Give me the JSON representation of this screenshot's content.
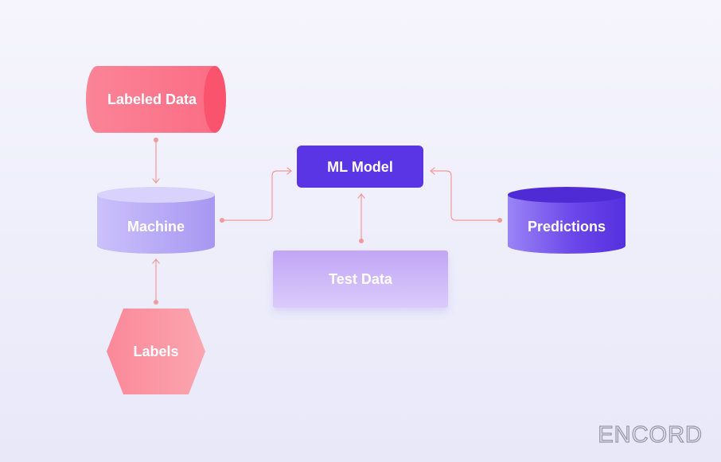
{
  "nodes": {
    "labeled_data": {
      "label": "Labeled Data"
    },
    "machine": {
      "label": "Machine"
    },
    "labels": {
      "label": "Labels"
    },
    "ml_model": {
      "label": "ML Model"
    },
    "test_data": {
      "label": "Test Data"
    },
    "predictions": {
      "label": "Predictions"
    }
  },
  "edges": [
    {
      "from": "Labeled Data",
      "to": "Machine"
    },
    {
      "from": "Labels",
      "to": "Machine"
    },
    {
      "from": "Machine",
      "to": "ML Model"
    },
    {
      "from": "Test Data",
      "to": "ML Model"
    },
    {
      "from": "Predictions",
      "to": "ML Model"
    }
  ],
  "branding": {
    "logo": "ENCORD"
  },
  "colors": {
    "background": "#f0effb",
    "connector": "#f09a9a",
    "pink": "#fb6f86",
    "lavender": "#b5a8f5",
    "violet": "#5c37e6",
    "light_purple": "#c4a8f7",
    "logo": "#9a9aa7"
  }
}
